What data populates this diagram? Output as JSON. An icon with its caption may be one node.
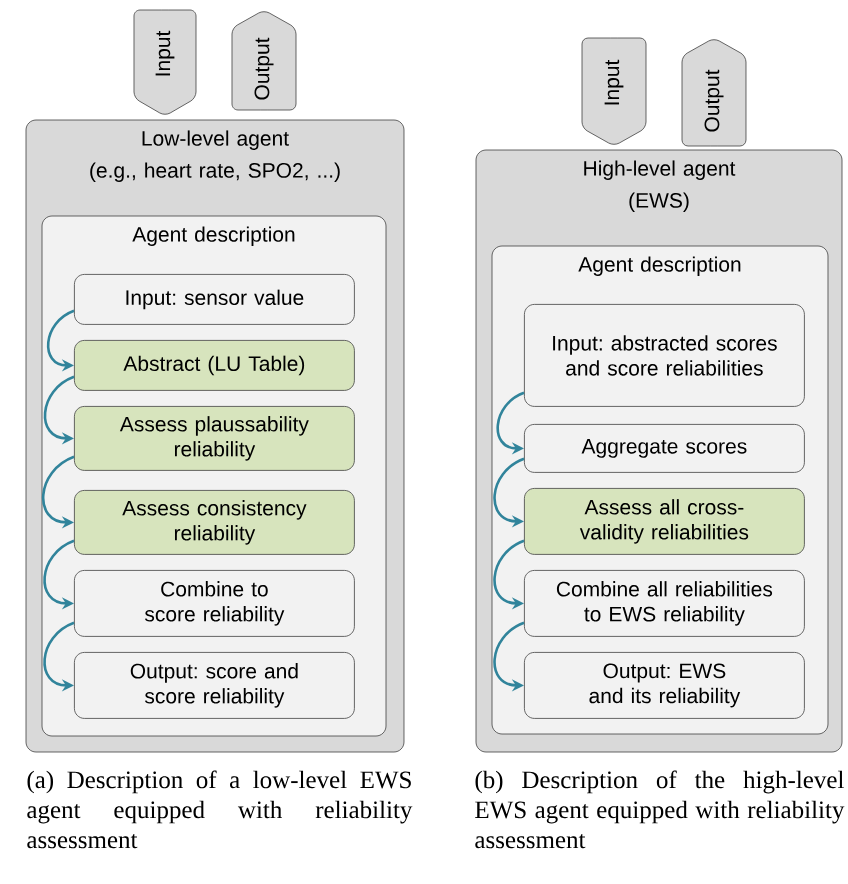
{
  "diagram": {
    "nodes": [
      {
        "text": [
          "Input"
        ]
      },
      {
        "text": [
          "Output"
        ]
      },
      {
        "text": [
          "Low-level agent",
          "(e.g., heart rate, SPO2, ...)"
        ]
      },
      {
        "text": [
          "Agent description"
        ],
        "in": 2
      },
      {
        "text": [
          "Input: sensor value"
        ],
        "in": 3
      },
      {
        "text": [
          "Abstract (LU Table)"
        ],
        "in": 3
      },
      {
        "text": [
          "Assess plaussability reliability"
        ],
        "in": 3
      },
      {
        "text": [
          "Assess consistency reliability"
        ],
        "in": 3
      },
      {
        "text": [
          "Combine to score reliability"
        ],
        "in": 3
      },
      {
        "text": [
          "Output: score and score reliability"
        ],
        "in": 3
      },
      {
        "text": [
          "Input"
        ]
      },
      {
        "text": [
          "Output"
        ]
      },
      {
        "text": [
          "High-level agent",
          "(EWS)"
        ]
      },
      {
        "text": [
          "Agent description"
        ],
        "in": 12
      },
      {
        "text": [
          "Input: abstracted scores and score reliabilities"
        ],
        "in": 13
      },
      {
        "text": [
          "Aggregate scores"
        ],
        "in": 13
      },
      {
        "text": [
          "Assess all cross-validity reliabilities"
        ],
        "in": 13
      },
      {
        "text": [
          "Combine all reliabilities to EWS reliability"
        ],
        "in": 13
      },
      {
        "text": [
          "Output: EWS and its reliability"
        ],
        "in": 13
      }
    ],
    "edges": [
      {
        "from": 4,
        "to": 5,
        "arrow": "to"
      },
      {
        "from": 5,
        "to": 6,
        "arrow": "to"
      },
      {
        "from": 6,
        "to": 7,
        "arrow": "to"
      },
      {
        "from": 7,
        "to": 8,
        "arrow": "to"
      },
      {
        "from": 8,
        "to": 9,
        "arrow": "to"
      },
      {
        "from": 14,
        "to": 15,
        "arrow": "to"
      },
      {
        "from": 15,
        "to": 16,
        "arrow": "to"
      },
      {
        "from": 16,
        "to": 17,
        "arrow": "to"
      },
      {
        "from": 17,
        "to": 18,
        "arrow": "to"
      }
    ],
    "labels": [
      "(a) Description of a low-level EWS agent equipped with reliability assessment",
      "(b) Description of the high-level EWS agent equipped with reliability assessment"
    ]
  }
}
